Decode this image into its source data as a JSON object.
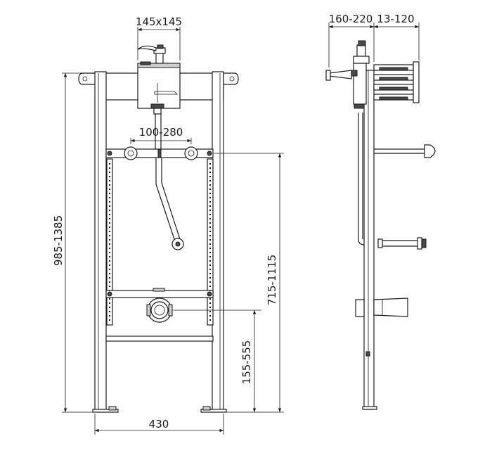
{
  "dimensions": {
    "module_size": "145x145",
    "arm_spacing": "100-280",
    "total_height": "985-1385",
    "upper_rail_height": "715-1115",
    "drain_height": "155-555",
    "frame_width": "430",
    "wall_depth": "160-220",
    "cover_depth": "13-120"
  }
}
